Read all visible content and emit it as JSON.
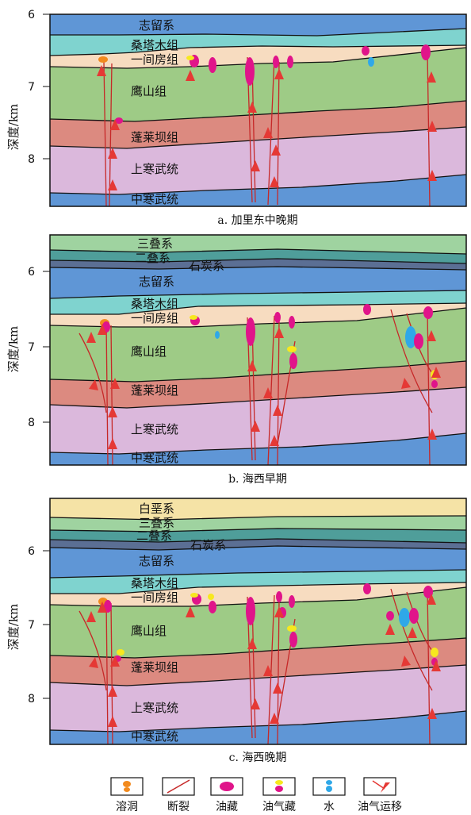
{
  "panels": [
    {
      "caption": "a. 加里东中晚期",
      "ylabel": "深度/km",
      "ticks": [
        "6",
        "7",
        "8"
      ],
      "layers": [
        "志留系",
        "桑塔木组",
        "一间房组",
        "鹰山组",
        "蓬莱坝组",
        "上寒武统",
        "中寒武统"
      ]
    },
    {
      "caption": "b. 海西早期",
      "ylabel": "深度/km",
      "ticks": [
        "6",
        "7",
        "8"
      ],
      "layers": [
        "三叠系",
        "二叠系",
        "石炭系",
        "志留系",
        "桑塔木组",
        "一间房组",
        "鹰山组",
        "蓬莱坝组",
        "上寒武统",
        "中寒武统"
      ]
    },
    {
      "caption": "c. 海西晚期",
      "ylabel": "深度/km",
      "ticks": [
        "6",
        "7",
        "8"
      ],
      "layers": [
        "白垩系",
        "三叠系",
        "二叠系",
        "石炭系",
        "志留系",
        "桑塔木组",
        "一间房组",
        "鹰山组",
        "蓬莱坝组",
        "上寒武统",
        "中寒武统"
      ]
    }
  ],
  "legend": [
    "溶洞",
    "断裂",
    "油藏",
    "油气藏",
    "水",
    "油气运移"
  ],
  "colors": {
    "cretaceous": "#f5e3a6",
    "triassic": "#9fd3a0",
    "permian": "#4f9e9a",
    "carboniferous": "#5b6f94",
    "silurian": "#5f96d6",
    "sangtamu": "#7fd3cf",
    "yijianfang": "#f7dcc0",
    "yingshan": "#9ecb86",
    "penglaiba": "#dc8a80",
    "upper_cambrian": "#dbb8dc",
    "middle_cambrian": "#5f96d6",
    "fault": "#c62828",
    "oil": "#e0148a",
    "gas": "#f7e81e",
    "water": "#2fa8e8",
    "cave": "#f28a1e"
  }
}
